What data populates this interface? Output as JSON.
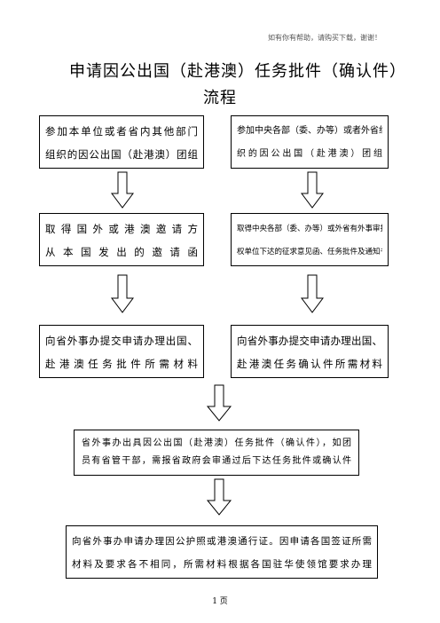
{
  "header_note": "如有你有帮助，请购买下载，谢谢！",
  "title": {
    "line1": "申请因公出国（赴港澳）任务批件（确认件）",
    "line2": "流程"
  },
  "boxes": {
    "left1": {
      "line1": "参加本单位或者省内其他部门",
      "line2": "组织的因公出国（赴港澳）团组"
    },
    "right1": {
      "line1": "参加中央各部（委、办等）或者外省组",
      "line2": "织的因公出国（赴港澳）团组"
    },
    "left2": {
      "line1": "取得国外或港澳邀请方",
      "line2": "从本国发出的邀请函"
    },
    "right2": {
      "line1": "取得中央各部（委、办等）或外省有外事审批",
      "line2": "权单位下达的征求意见函、任务批件及通知书"
    },
    "left3": {
      "line1": "向省外事办提交申请办理出国、",
      "line2": "赴港澳任务批件所需材料"
    },
    "right3": {
      "line1": "向省外事办提交申请办理出国、",
      "line2": "赴港澳任务确认件所需材料"
    },
    "center4": {
      "line1": "省外事办出具因公出国（赴港澳）任务批件（确认件），如团",
      "line2": "员有省管干部，需报省政府会审通过后下达任务批件或确认件"
    },
    "center5": {
      "line1": "向省外事办申请办理因公护照或港澳通行证。因申请各国签证所需",
      "line2": "材料及要求各不相同，所需材料根据各国驻华使领馆要求办理"
    }
  },
  "footer": "1 页"
}
